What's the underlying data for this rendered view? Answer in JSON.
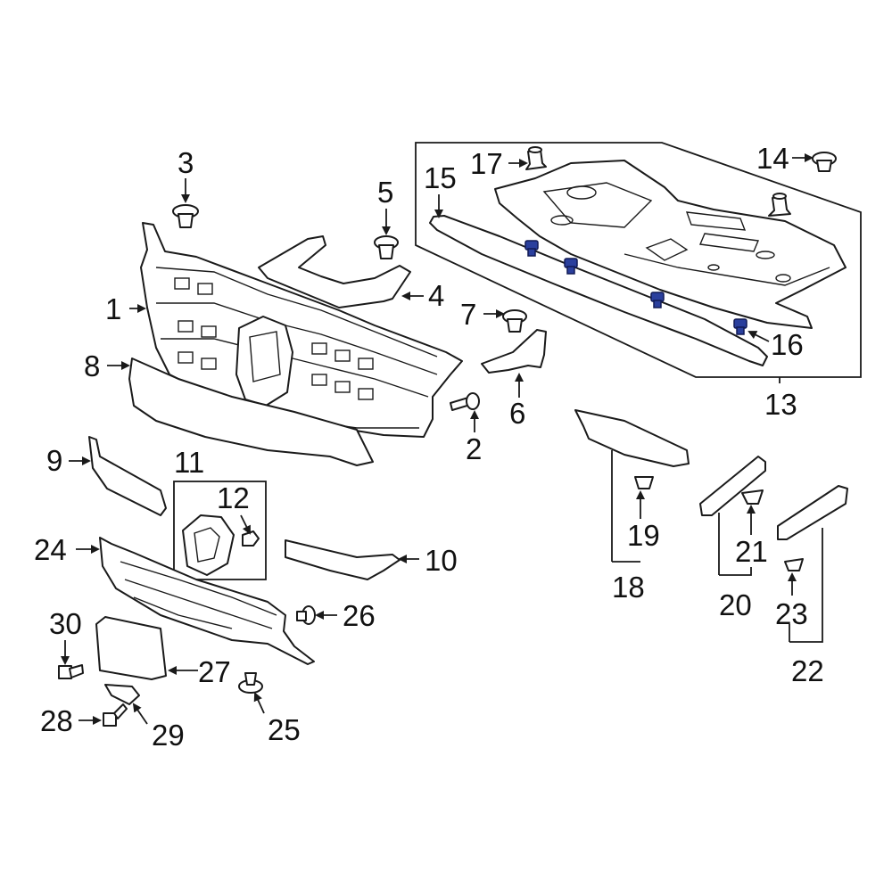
{
  "diagram": {
    "callouts": {
      "c1": "1",
      "c2": "2",
      "c3": "3",
      "c4": "4",
      "c5": "5",
      "c6": "6",
      "c7": "7",
      "c8": "8",
      "c9": "9",
      "c10": "10",
      "c11": "11",
      "c12": "12",
      "c13": "13",
      "c14": "14",
      "c15": "15",
      "c16": "16",
      "c17": "17",
      "c18": "18",
      "c19": "19",
      "c20": "20",
      "c21": "21",
      "c22": "22",
      "c23": "23",
      "c24": "24",
      "c25": "25",
      "c26": "26",
      "c27": "27",
      "c28": "28",
      "c29": "29",
      "c30": "30"
    },
    "colors": {
      "line": "#1a1a1a",
      "highlight_fastener": "#2a3f9d",
      "background": "#ffffff"
    }
  }
}
